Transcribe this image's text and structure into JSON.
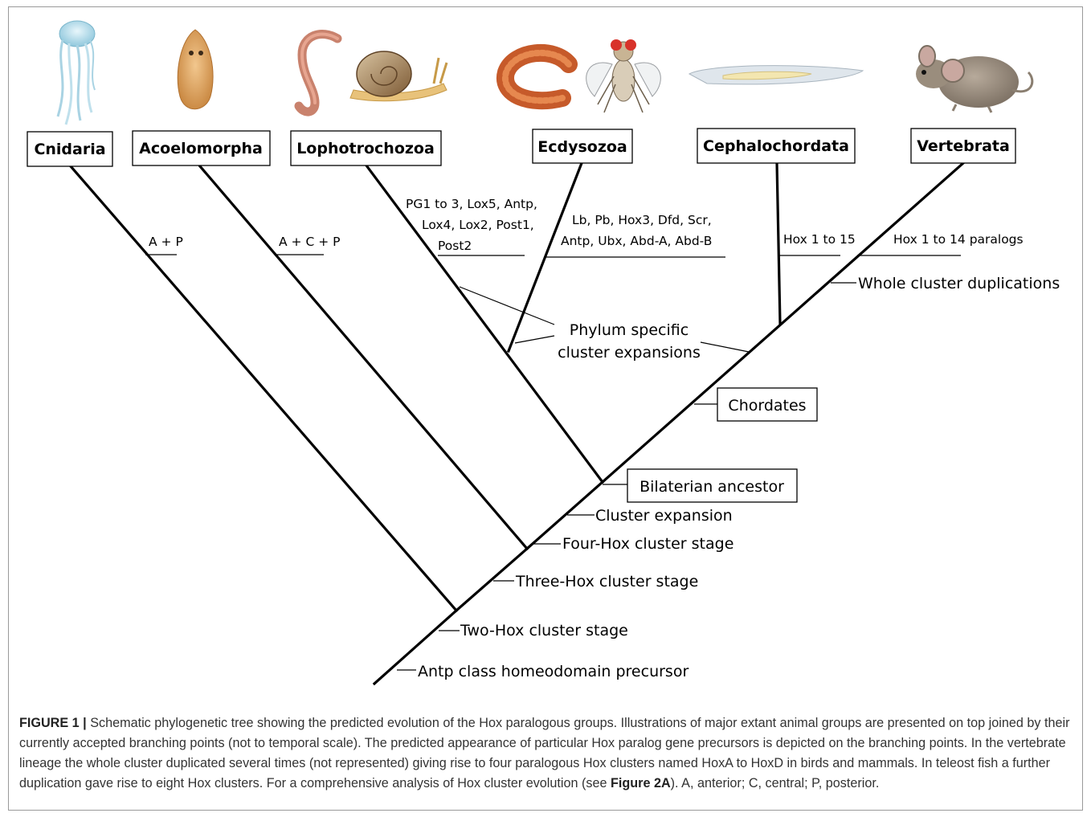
{
  "groups": [
    {
      "id": "cnidaria",
      "label": "Cnidaria",
      "gains": "A + P",
      "icon": "jellyfish-illustration"
    },
    {
      "id": "acoelomorpha",
      "label": "Acoelomorpha",
      "gains": "A + C + P",
      "icon": "flatworm-illustration"
    },
    {
      "id": "lophotrochozoa",
      "label": "Lophotrochozoa",
      "gains": [
        "PG1 to 3, Lox5, Antp,",
        "Lox4, Lox2, Post1,",
        "Post2"
      ],
      "icon": "earthworm-and-snail-illustration"
    },
    {
      "id": "ecdysozoa",
      "label": "Ecdysozoa",
      "gains": [
        "Lb, Pb, Hox3, Dfd, Scr,",
        "Antp, Ubx, Abd-A, Abd-B"
      ],
      "icon": "velvet-worm-and-fruit-fly-illustration"
    },
    {
      "id": "cephalochordata",
      "label": "Cephalochordata",
      "gains": "Hox 1 to 15",
      "icon": "amphioxus-illustration"
    },
    {
      "id": "vertebrata",
      "label": "Vertebrata",
      "gains": "Hox 1 to 14 paralogs",
      "icon": "mouse-illustration"
    }
  ],
  "events": {
    "whole_cluster": "Whole cluster duplications",
    "phylum_specific": [
      "Phylum specific",
      "cluster expansions"
    ],
    "chordates": "Chordates",
    "bilaterian": "Bilaterian ancestor",
    "cluster_expansion": "Cluster expansion",
    "four_hox": "Four-Hox cluster stage",
    "three_hox": "Three-Hox cluster stage",
    "two_hox": "Two-Hox cluster stage",
    "precursor": "Antp class homeodomain precursor"
  },
  "caption": {
    "label": "FIGURE 1 |",
    "text": "Schematic phylogenetic tree showing the predicted evolution of the Hox paralogous groups. Illustrations of major extant animal groups are presented on top joined by their currently accepted branching points (not to temporal scale). The predicted appearance of particular Hox paralog gene precursors is depicted on the branching points. In the vertebrate lineage the whole cluster duplicated several times (not represented) giving rise to four paralogous Hox clusters named HoxA to HoxD in birds and mammals. In teleost fish a further duplication gave rise to eight Hox clusters. For a comprehensive analysis of Hox cluster evolution (see ",
    "ref": "Figure 2A",
    "tail": "). A, anterior; C, central; P, posterior."
  }
}
